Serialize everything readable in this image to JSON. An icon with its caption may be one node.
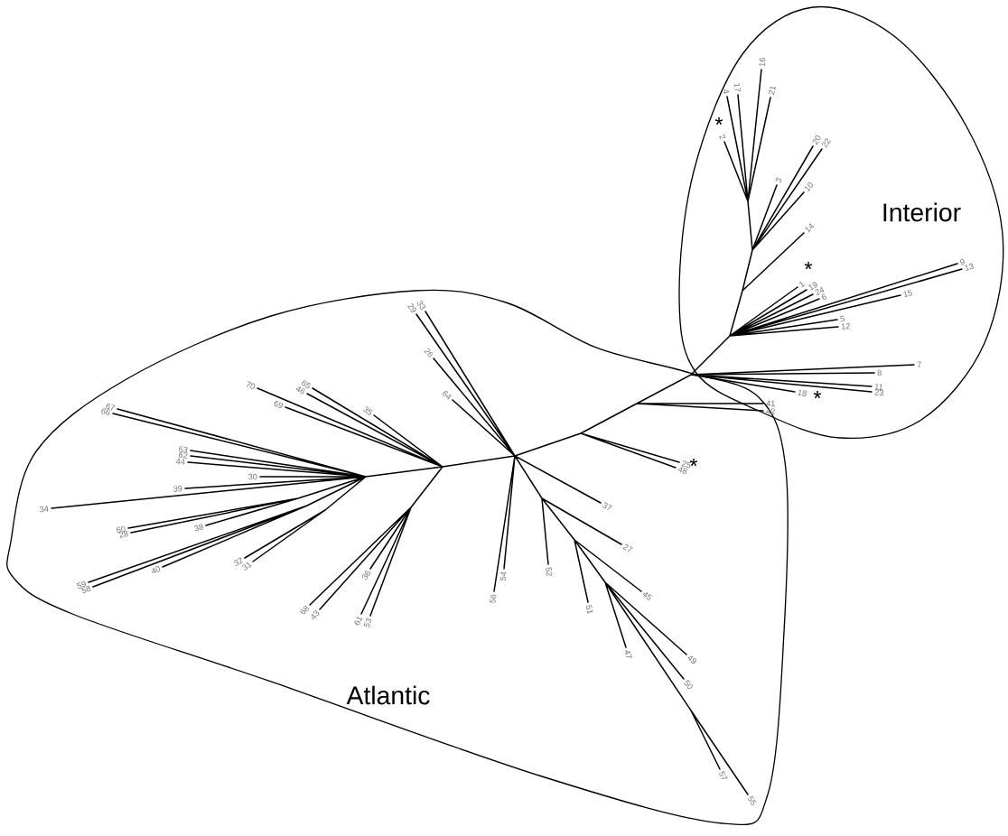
{
  "diagram": {
    "nodes": [
      {
        "text": [
          "Interior"
        ]
      },
      {
        "text": [
          "Atlantic"
        ]
      }
    ],
    "edges": [],
    "labels": [
      "16",
      "17",
      "4",
      "21",
      "*",
      "2",
      "20",
      "22",
      "3",
      "10",
      "14",
      "*",
      "9",
      "13",
      "1",
      "19",
      "24",
      "6",
      "15",
      "5",
      "12",
      "33",
      "29",
      "26",
      "7",
      "8",
      "11",
      "23",
      "18",
      "*",
      "70",
      "65",
      "46",
      "67",
      "66",
      "69",
      "35",
      "64",
      "41",
      "42",
      "63",
      "62",
      "44",
      "30",
      "25",
      "*",
      "48",
      "39",
      "37",
      "34",
      "60",
      "28",
      "38",
      "27",
      "32",
      "31",
      "40",
      "52",
      "54",
      "59",
      "58",
      "36",
      "45",
      "56",
      "51",
      "68",
      "43",
      "61",
      "53",
      "47",
      "49",
      "50",
      "57",
      "55"
    ]
  }
}
